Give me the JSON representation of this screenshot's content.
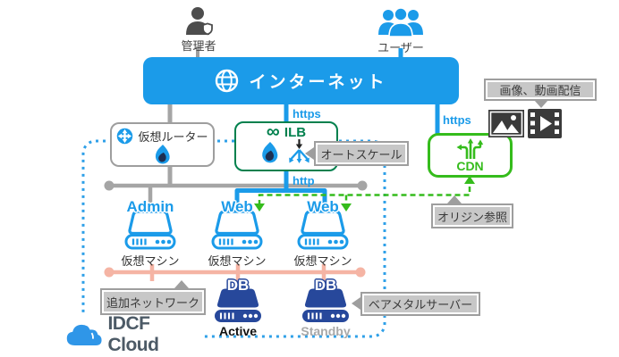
{
  "actors": {
    "admin": {
      "label": "管理者"
    },
    "users": {
      "label": "ユーザー"
    }
  },
  "internet": {
    "label": "インターネット"
  },
  "protocols": {
    "https_to_ilb": "https",
    "https_to_cdn": "https",
    "http_to_web": "http"
  },
  "nodes": {
    "virtual_router": {
      "label": "仮想ルーター"
    },
    "ilb": {
      "infinity": "∞",
      "label": "ILB"
    },
    "cdn": {
      "label": "CDN"
    }
  },
  "callouts": {
    "autoscale": "オートスケール",
    "media_delivery": "画像、動画配信",
    "origin_fetch": "オリジン参照",
    "additional_network": "追加ネットワーク",
    "bare_metal": "ベアメタルサーバー"
  },
  "vms": [
    {
      "role": "Admin",
      "type": "仮想マシン"
    },
    {
      "role": "Web",
      "type": "仮想マシン"
    },
    {
      "role": "Web",
      "type": "仮想マシン"
    }
  ],
  "dbs": [
    {
      "role": "DB",
      "state": "Active"
    },
    {
      "role": "DB",
      "state": "Standby"
    }
  ],
  "brand": {
    "name": "IDCF Cloud"
  },
  "icons": {
    "admin": "person-shield-icon",
    "users": "user-group-icon",
    "internet": "globe-icon",
    "virtual_router": "router-arrows-icon",
    "firewall": "flame-icon",
    "load_balancer": "split-arrows-icon",
    "cdn": "distribution-arrows-icon",
    "image": "picture-icon",
    "video": "film-icon",
    "brand": "cloud-icon"
  },
  "colors": {
    "primary_blue": "#1b9be9",
    "db_navy": "#27489b",
    "ilb_green": "#00804d",
    "cdn_green": "#35bc1c",
    "line_gray": "#a5a5a5",
    "callout_gray": "#c7c7c7",
    "network_pink": "#f5b4a4",
    "cloud_border_blue": "#2fa0e8"
  }
}
